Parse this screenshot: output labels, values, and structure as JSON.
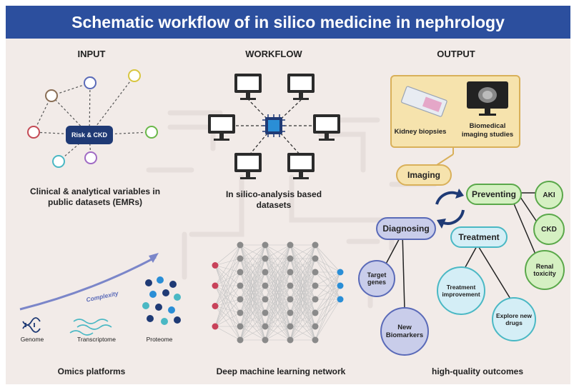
{
  "title": "Schematic workflow of in silico medicine in nephrology",
  "columns": {
    "input": "INPUT",
    "workflow": "WORKFLOW",
    "output": "OUTPUT"
  },
  "input": {
    "hub_label": "Risk & CKD",
    "caption": "Clinical & analytical variables in public datasets (EMRs)"
  },
  "workflow": {
    "caption": "In silico-analysis based datasets"
  },
  "omics": {
    "complexity_label": "Complexity",
    "genome": "Genome",
    "transcriptome": "Transcriptome",
    "proteome": "Proteome",
    "caption": "Omics platforms"
  },
  "network": {
    "caption": "Deep machine learning network"
  },
  "output": {
    "kidney_biopsies": "Kidney biopsies",
    "biomedical_imaging": "Biomedical imaging studies",
    "imaging": "Imaging",
    "diagnosing": "Diagnosing",
    "preventing": "Preventing",
    "treatment": "Treatment",
    "target_genes": "Target genes",
    "new_biomarkers": "New Biomarkers",
    "treatment_improvement": "Treatment improvement",
    "explore_new_drugs": "Explore new drugs",
    "aki": "AKI",
    "ckd": "CKD",
    "renal_toxicity": "Renal toxicity",
    "caption": "high-quality outcomes"
  },
  "colors": {
    "title_bg": "#2c4f9e",
    "diagnosing": "#c9cdea",
    "preventing": "#d5f0c2",
    "treatment": "#d4eef6",
    "imaging": "#f6e3ad"
  }
}
